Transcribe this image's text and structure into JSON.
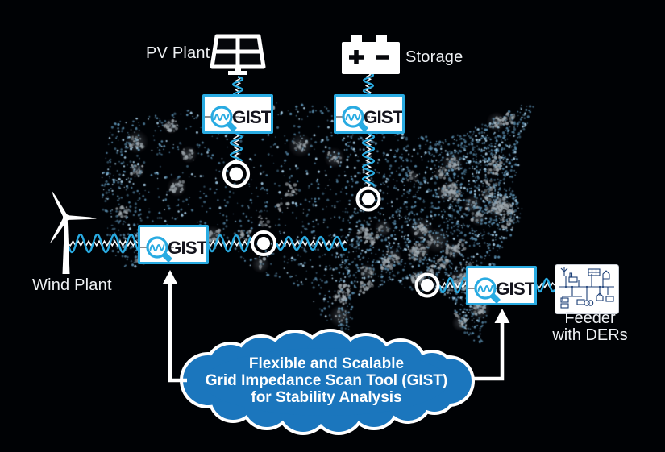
{
  "figure": {
    "type": "infographic-diagram",
    "nodes": {
      "pv_plant": {
        "label": "PV Plant",
        "icon": "solar-panel-icon"
      },
      "storage": {
        "label": "Storage",
        "icon": "battery-icon"
      },
      "wind_plant": {
        "label": "Wind Plant",
        "icon": "wind-turbine-icon"
      },
      "feeder": {
        "label_line1": "Feeder",
        "label_line2": "with DERs",
        "icon": "feeder-circuit-icon"
      }
    },
    "gist": {
      "label": "GIST",
      "icon": "magnifier-wave-icon",
      "instances": 4
    },
    "cloud": {
      "lines": [
        "Flexible and Scalable",
        "Grid Impedance Scan Tool (GIST)",
        "for Stability Analysis"
      ]
    },
    "map": {
      "name": "us-nightlights-dot-map"
    },
    "colors": {
      "background": "#000205",
      "accent_blue": "#29abe2",
      "cloud_blue": "#1b76bd",
      "gist_text": "#15151e",
      "label_text": "#eef1f4",
      "map_dot_blue": "#5c93b8",
      "map_dot_gray": "#9aa4ab",
      "wave_white": "#f5f7f8",
      "gray_line": "#8e8e90"
    }
  }
}
